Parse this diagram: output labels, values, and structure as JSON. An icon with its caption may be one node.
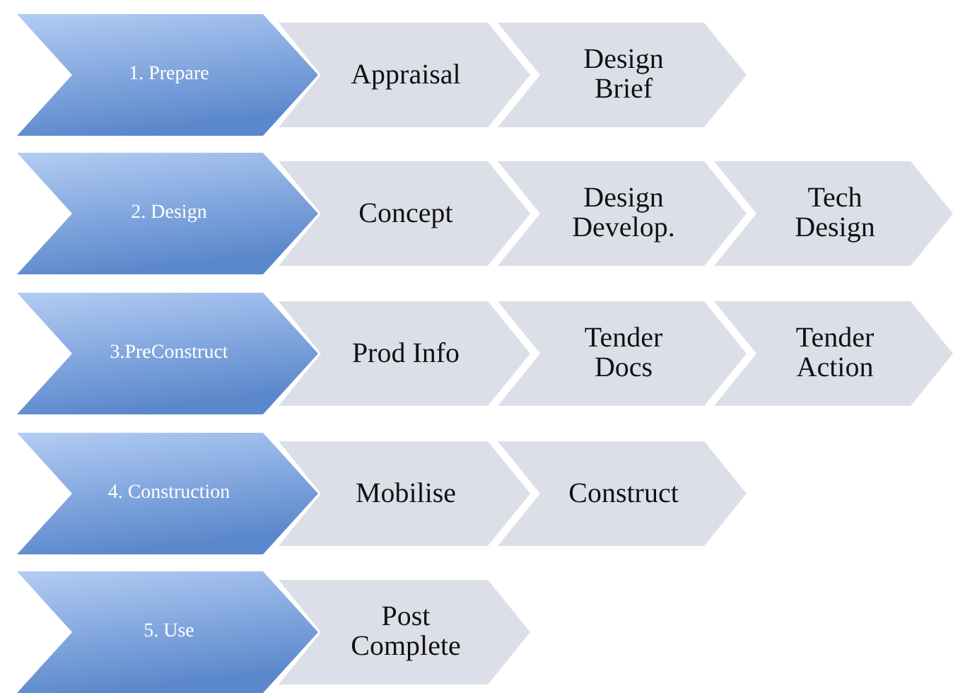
{
  "diagram": {
    "nodes": [
      {
        "text": [
          "1. Prepare"
        ]
      },
      {
        "text": [
          "Appraisal"
        ]
      },
      {
        "text": [
          "Design Brief"
        ]
      },
      {
        "text": [
          "2. Design"
        ]
      },
      {
        "text": [
          "Concept"
        ]
      },
      {
        "text": [
          "Design Develop."
        ]
      },
      {
        "text": [
          "Tech Design"
        ]
      },
      {
        "text": [
          "3.PreConstruct"
        ]
      },
      {
        "text": [
          "Prod Info"
        ]
      },
      {
        "text": [
          "Tender Docs"
        ]
      },
      {
        "text": [
          "Tender Action"
        ]
      },
      {
        "text": [
          "4. Construction"
        ]
      },
      {
        "text": [
          "Mobilise"
        ]
      },
      {
        "text": [
          "Construct"
        ]
      },
      {
        "text": [
          "5. Use"
        ]
      },
      {
        "text": [
          "Post Complete"
        ]
      }
    ]
  }
}
